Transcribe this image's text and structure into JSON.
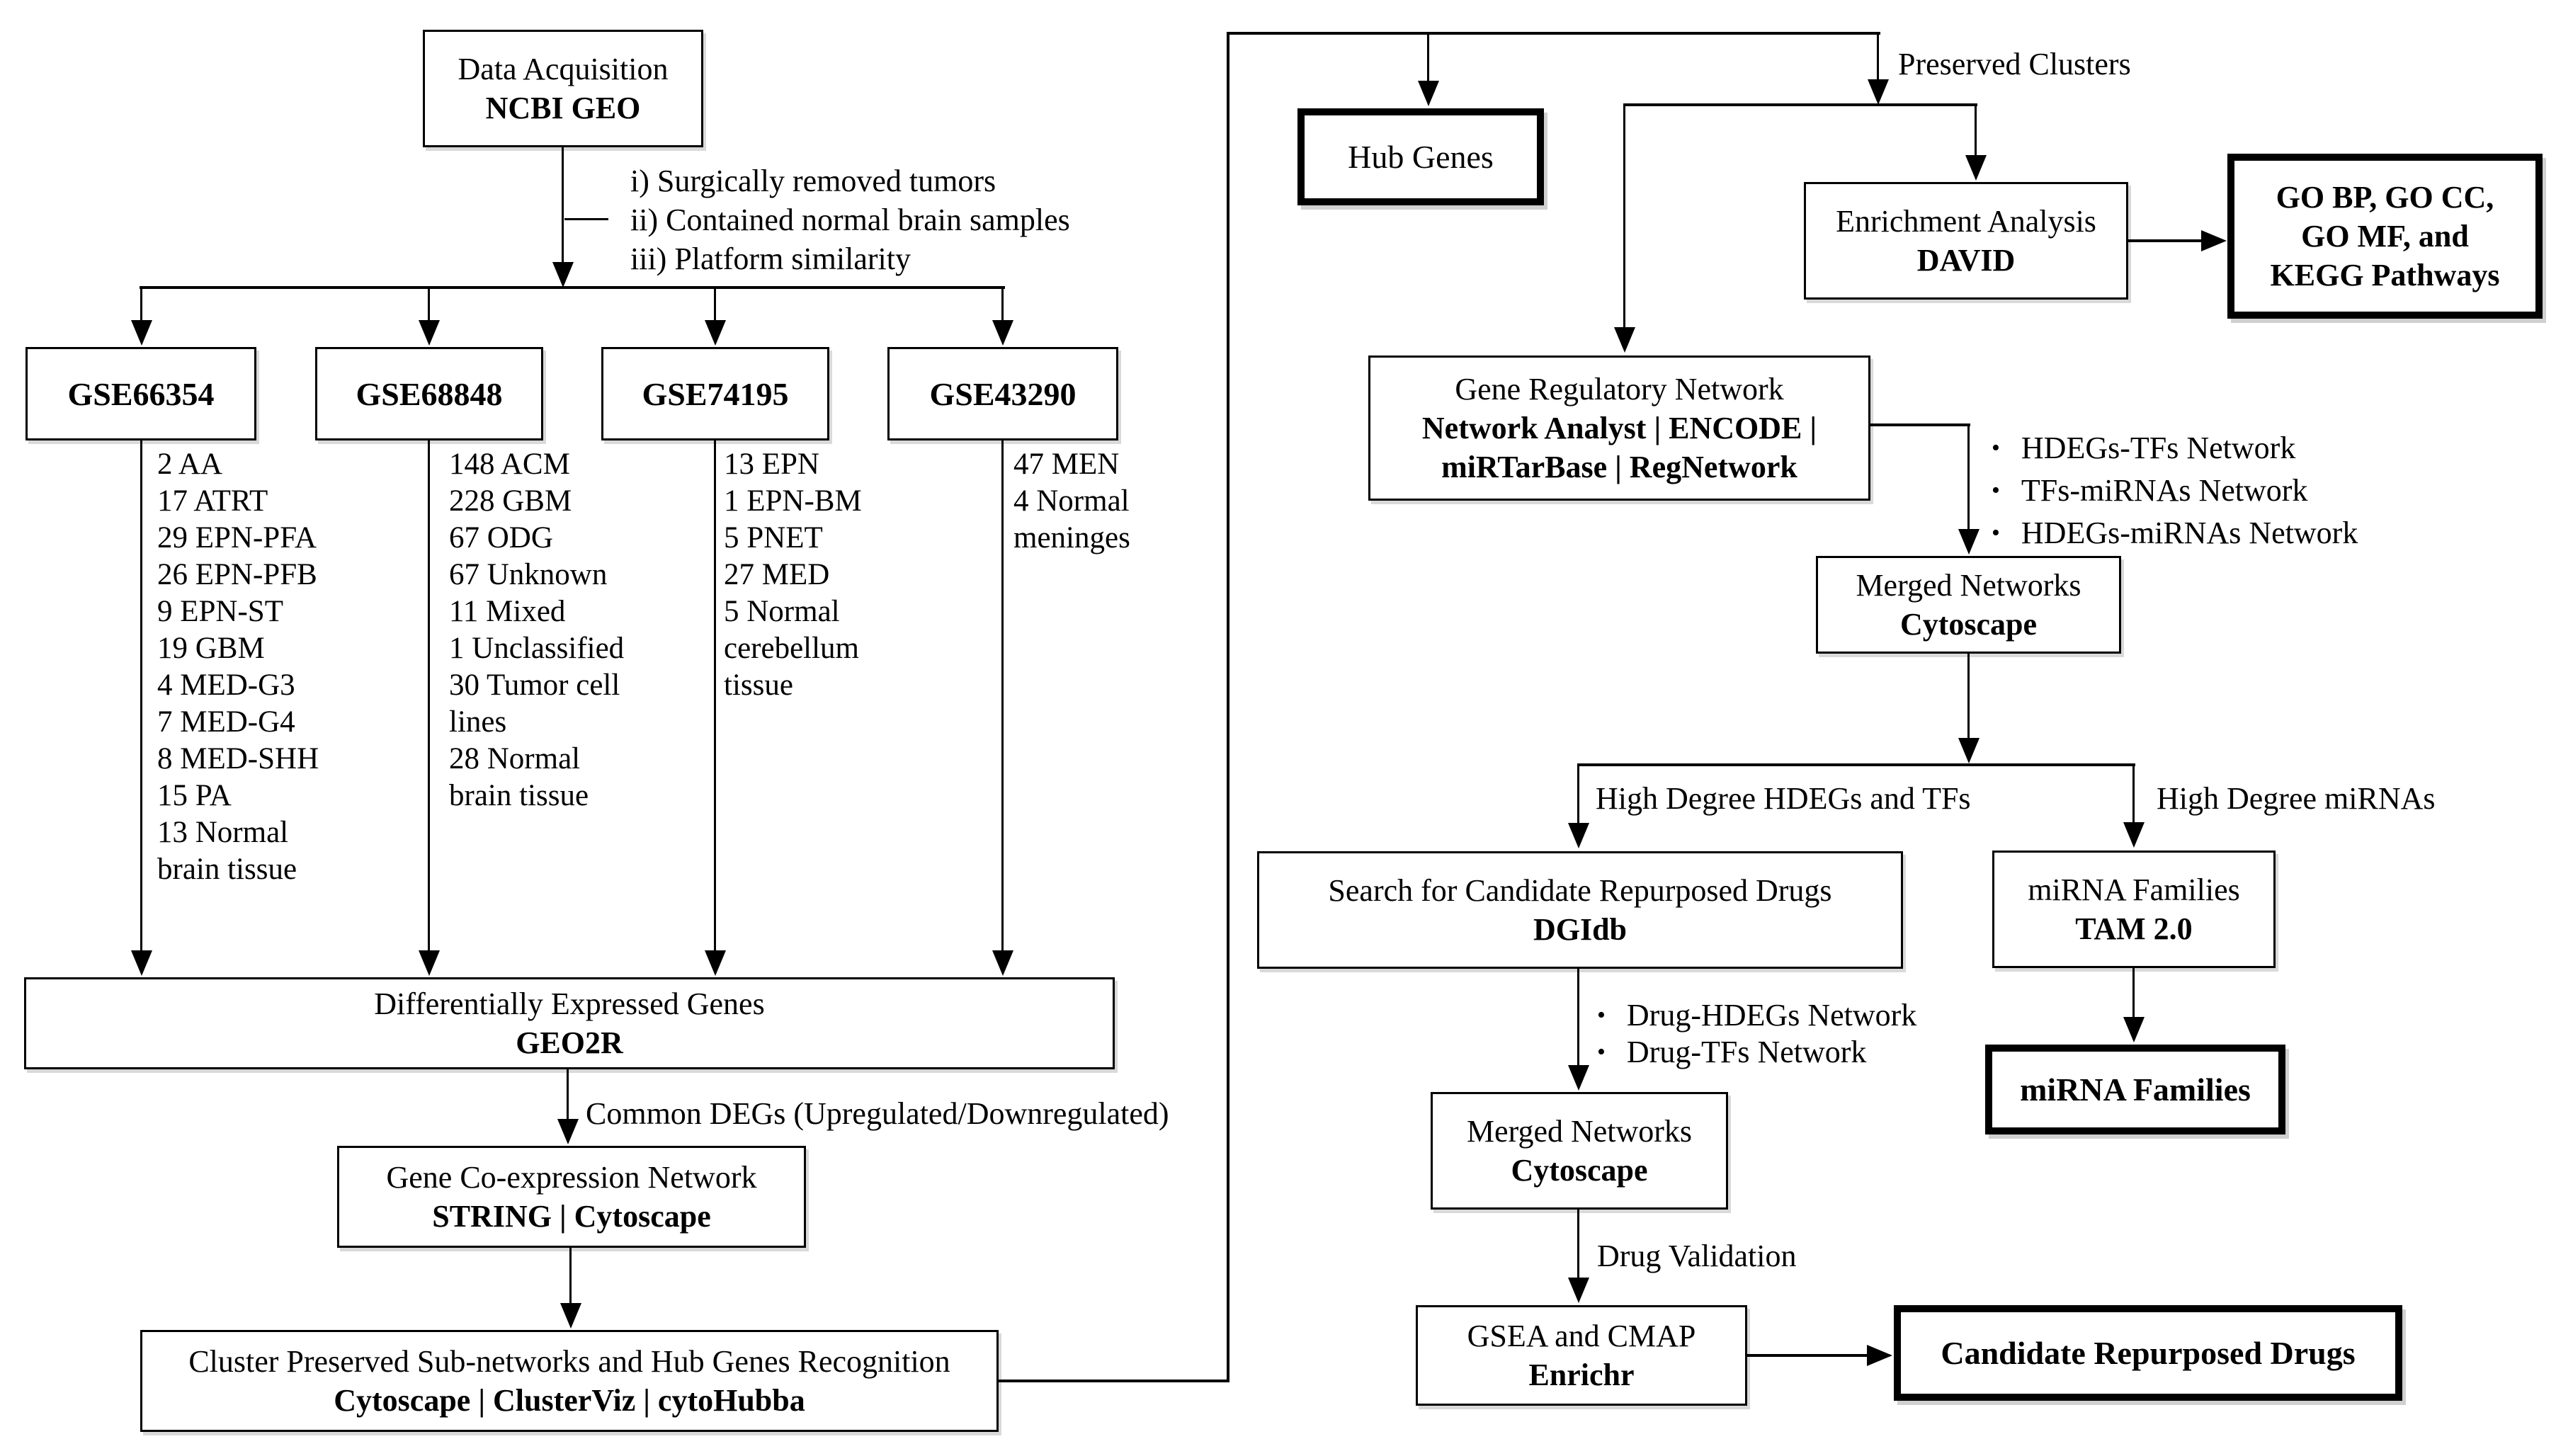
{
  "figure": {
    "background": "#ffffff",
    "line_color": "#000000",
    "bullet_glyph": "•"
  },
  "boxes": {
    "data_acquisition": {
      "line1": "Data Acquisition",
      "line2": "NCBI GEO"
    },
    "gse66354": {
      "title": "GSE66354"
    },
    "gse68848": {
      "title": "GSE68848"
    },
    "gse74195": {
      "title": "GSE74195"
    },
    "gse43290": {
      "title": "GSE43290"
    },
    "deg": {
      "line1": "Differentially Expressed Genes",
      "line2": "GEO2R"
    },
    "coexpression": {
      "line1": "Gene Co-expression Network",
      "line2": "STRING | Cytoscape"
    },
    "cluster": {
      "line1": "Cluster Preserved Sub-networks and Hub Genes Recognition",
      "line2": "Cytoscape | ClusterViz | cytoHubba"
    },
    "hub_genes": {
      "line1": "Hub Genes"
    },
    "enrichment": {
      "line1": "Enrichment Analysis",
      "line2": "DAVID"
    },
    "go_kegg": {
      "line1": "GO BP, GO CC,",
      "line2": "GO MF, and",
      "line3": "KEGG Pathways"
    },
    "grn": {
      "line1": "Gene Regulatory Network",
      "line2": "Network Analyst | ENCODE |",
      "line3": "miRTarBase | RegNetwork"
    },
    "merged1": {
      "line1": "Merged Networks",
      "line2": "Cytoscape"
    },
    "dgidb": {
      "line1": "Search for Candidate Repurposed Drugs",
      "line2": "DGIdb"
    },
    "tam": {
      "line1": "miRNA Families",
      "line2": "TAM 2.0"
    },
    "mirna_families": {
      "line1": "miRNA Families"
    },
    "merged2": {
      "line1": "Merged Networks",
      "line2": "Cytoscape"
    },
    "gsea": {
      "line1": "GSEA and CMAP",
      "line2": "Enrichr"
    },
    "candidate_drugs": {
      "line1": "Candidate Repurposed Drugs"
    }
  },
  "criteria": [
    "i) Surgically removed tumors",
    "ii) Contained normal brain samples",
    "iii) Platform similarity"
  ],
  "samples": {
    "gse66354": [
      "2 AA",
      "17 ATRT",
      "29 EPN-PFA",
      "26 EPN-PFB",
      "9 EPN-ST",
      "19 GBM",
      "4 MED-G3",
      "7 MED-G4",
      "8  MED-SHH",
      "15 PA",
      "13 Normal",
      "brain tissue"
    ],
    "gse68848": [
      "148 ACM",
      "228 GBM",
      "67 ODG",
      "67 Unknown",
      "11 Mixed",
      "1 Unclassified",
      "30 Tumor cell",
      "lines",
      "28 Normal",
      "brain tissue"
    ],
    "gse74195": [
      "13 EPN",
      "1 EPN-BM",
      "5 PNET",
      "27 MED",
      "5 Normal",
      "cerebellum",
      "tissue"
    ],
    "gse43290": [
      "47 MEN",
      "4 Normal",
      "meninges"
    ]
  },
  "edge_labels": {
    "preserved_clusters": "Preserved Clusters",
    "common_degs": "Common DEGs (Upregulated/Downregulated)",
    "high_degree_hdegs_tfs": "High Degree HDEGs and TFs",
    "high_degree_mirnas": "High Degree miRNAs",
    "drug_validation": "Drug Validation"
  },
  "bullet_lists": {
    "grn_outputs": [
      "HDEGs-TFs Network",
      "TFs-miRNAs Network",
      "HDEGs-miRNAs Network"
    ],
    "drug_networks": [
      "Drug-HDEGs Network",
      "Drug-TFs Network"
    ]
  }
}
